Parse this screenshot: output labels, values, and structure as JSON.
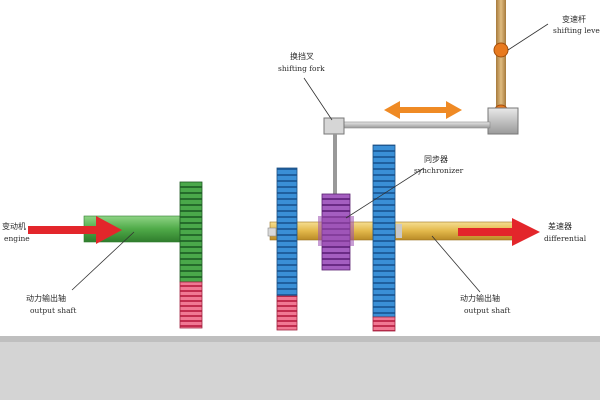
{
  "labels": {
    "shifting_lever": {
      "cn": "变速杆",
      "en": "shifting lever"
    },
    "shifting_fork": {
      "cn": "换挡叉",
      "en": "shifting fork"
    },
    "synchronizer": {
      "cn": "同步器",
      "en": "synchronizer"
    },
    "engine": {
      "cn": "变动机",
      "en": "engine"
    },
    "differential": {
      "cn": "差速器",
      "en": "differential"
    },
    "output_shaft_left": {
      "cn": "动力输出轴",
      "en": "output shaft"
    },
    "output_shaft_right": {
      "cn": "动力输出轴",
      "en": "output shaft"
    }
  },
  "colors": {
    "input_shaft": "#5fb85a",
    "input_gear": "#3f9e3b",
    "output_shaft": "#e2b84a",
    "blue_gear": "#3a8fd6",
    "red_gear": "#e84a6a",
    "synchronizer": "#9b4fb0",
    "arrow_red": "#e3262b",
    "arrow_orange": "#ef8a24",
    "lever": "#c99c5a",
    "fork": "#b8b8b8",
    "ground": "#cfcfcf"
  }
}
